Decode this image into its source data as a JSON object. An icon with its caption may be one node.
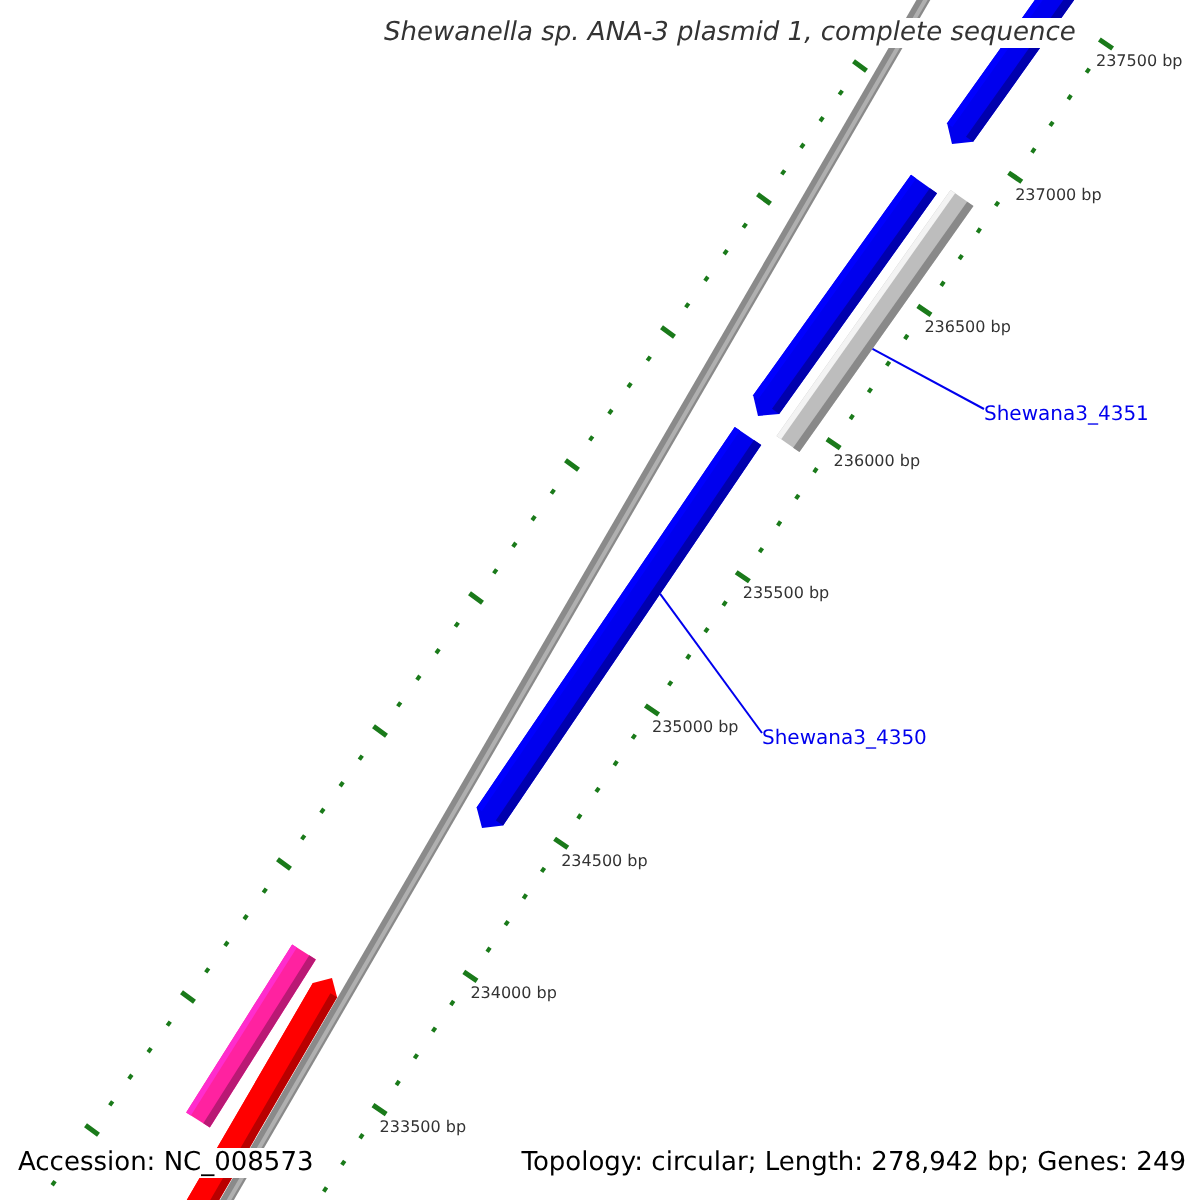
{
  "diagram": {
    "title": "Shewanella sp. ANA-3 plasmid 1, complete sequence",
    "nodes": [
      {
        "text": [
          "Shewana3_4351"
        ]
      },
      {
        "text": [],
        "shape": "bar"
      },
      {
        "text": [
          "Shewana3_4350"
        ]
      },
      {
        "text": [],
        "shape": "bar"
      }
    ],
    "edges": [
      {
        "from": 0,
        "to": 1,
        "arrow": "none"
      },
      {
        "from": 2,
        "to": 3,
        "arrow": "none"
      }
    ],
    "labels": [
      "237500 bp",
      "237000 bp",
      "236500 bp",
      "236000 bp",
      "235500 bp",
      "235000 bp",
      "234500 bp",
      "234000 bp",
      "233500 bp",
      "Accession: NC_008573",
      "Topology: circular; Length: 278,942 bp; Genes: 249"
    ]
  }
}
